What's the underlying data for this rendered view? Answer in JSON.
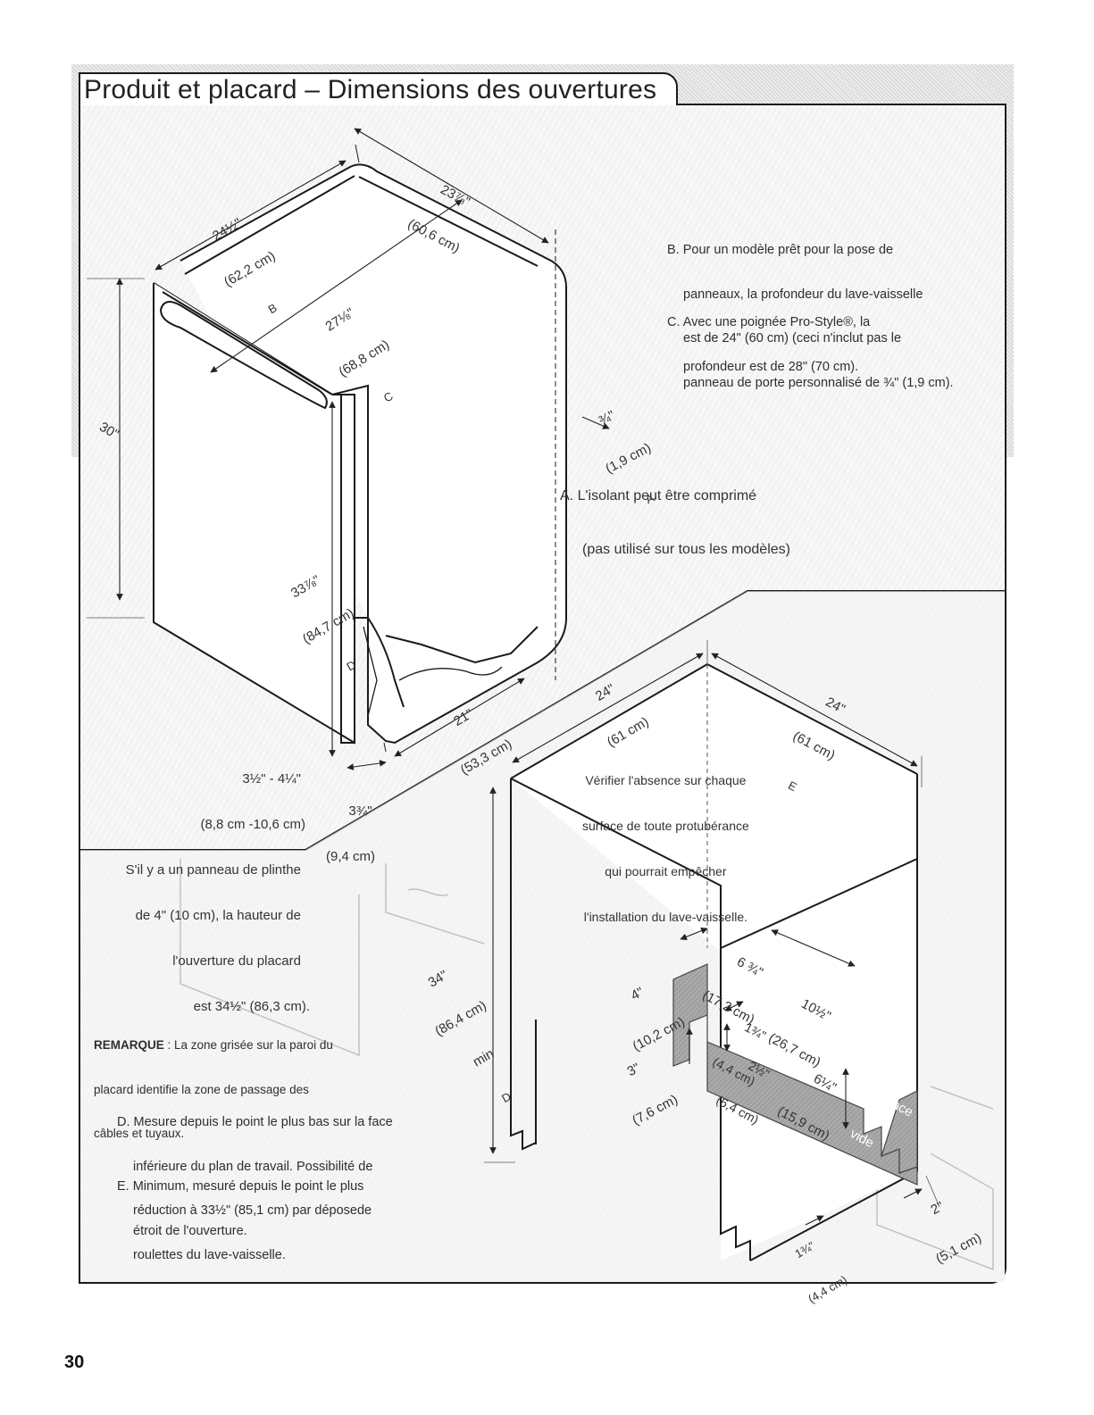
{
  "title": "Produit et placard – Dimensions des ouvertures",
  "page_number": "30",
  "notes": {
    "B": [
      "B. Pour un modèle prêt pour la pose de",
      "panneaux, la profondeur du lave-vaisselle",
      "est de 24\" (60 cm) (ceci n'inclut pas le",
      "panneau de porte personnalisé de ¾\" (1,9 cm)."
    ],
    "C": [
      "C. Avec une poignée Pro-Style®, la",
      "profondeur est de 28\" (70 cm)."
    ],
    "A": [
      "A. L'isolant peut être comprimé",
      "(pas utilisé sur tous les modèles)"
    ],
    "check": [
      "Vérifier l'absence sur chaque",
      "surface de toute protubérance",
      "qui pourrait empêcher",
      "l'installation du lave-vaisselle."
    ],
    "toe_kick": [
      "3½\" - 4¼\"",
      "(8,8 cm -10,6 cm)",
      "S'il y a un panneau de plinthe",
      "de 4\" (10 cm), la hauteur de",
      "l'ouverture du placard",
      "est 34½\" (86,3 cm)."
    ],
    "remarque_label": "REMARQUE",
    "remarque_text": [
      " : La zone grisée sur la paroi du",
      "placard identifie la zone de passage des",
      "câbles et tuyaux."
    ],
    "D": [
      "D. Mesure depuis le point le plus bas sur la face",
      "inférieure du plan de travail. Possibilité de",
      "réduction à 33½\" (85,1 cm) par déposede",
      "roulettes du lave-vaisselle."
    ],
    "E": [
      "E. Minimum, mesuré depuis le point le plus",
      "étroit de l'ouverture."
    ]
  },
  "dimensions": {
    "width_23": [
      "23⅞\"",
      "(60,6 cm)"
    ],
    "depth_24": [
      "24½\"",
      "(62,2 cm)",
      "B"
    ],
    "depth_27": [
      "27⅛\"",
      "(68,8 cm)",
      "C"
    ],
    "height_30": "30\"",
    "insulation": [
      "¾\"",
      "(1,9 cm)",
      "A"
    ],
    "height_33": [
      "33⅞\"",
      "(84,7 cm)",
      "D"
    ],
    "width_21": [
      "21\"",
      "(53,3 cm)"
    ],
    "offset_3": [
      "3¾\"",
      "(9,4 cm)"
    ],
    "open_24a": [
      "24\"",
      "(61 cm)"
    ],
    "open_24b": [
      "24\"",
      "(61 cm)",
      "E"
    ],
    "open_34": [
      "34\"",
      "(86,4 cm)",
      "min",
      "D"
    ],
    "d_6": [
      "6 ¾\"",
      "(17,2 cm)"
    ],
    "d_4": [
      "4\"",
      "(10,2 cm)"
    ],
    "d_10": [
      "10½\"",
      "(26,7 cm)"
    ],
    "d_1": [
      "1¾\"",
      "(4,4 cm)"
    ],
    "d_2": [
      "2½\"",
      "(6,4 cm)"
    ],
    "d_3": [
      "3\"",
      "(7,6 cm)"
    ],
    "d_6q": [
      "6¼\"",
      "(15,9 cm)"
    ],
    "espace": [
      "Espace",
      "vide"
    ],
    "d_2b": [
      "2\"",
      "(5,1 cm)"
    ],
    "d_1b": [
      "1¾\"",
      "(4,4 cm)"
    ]
  }
}
